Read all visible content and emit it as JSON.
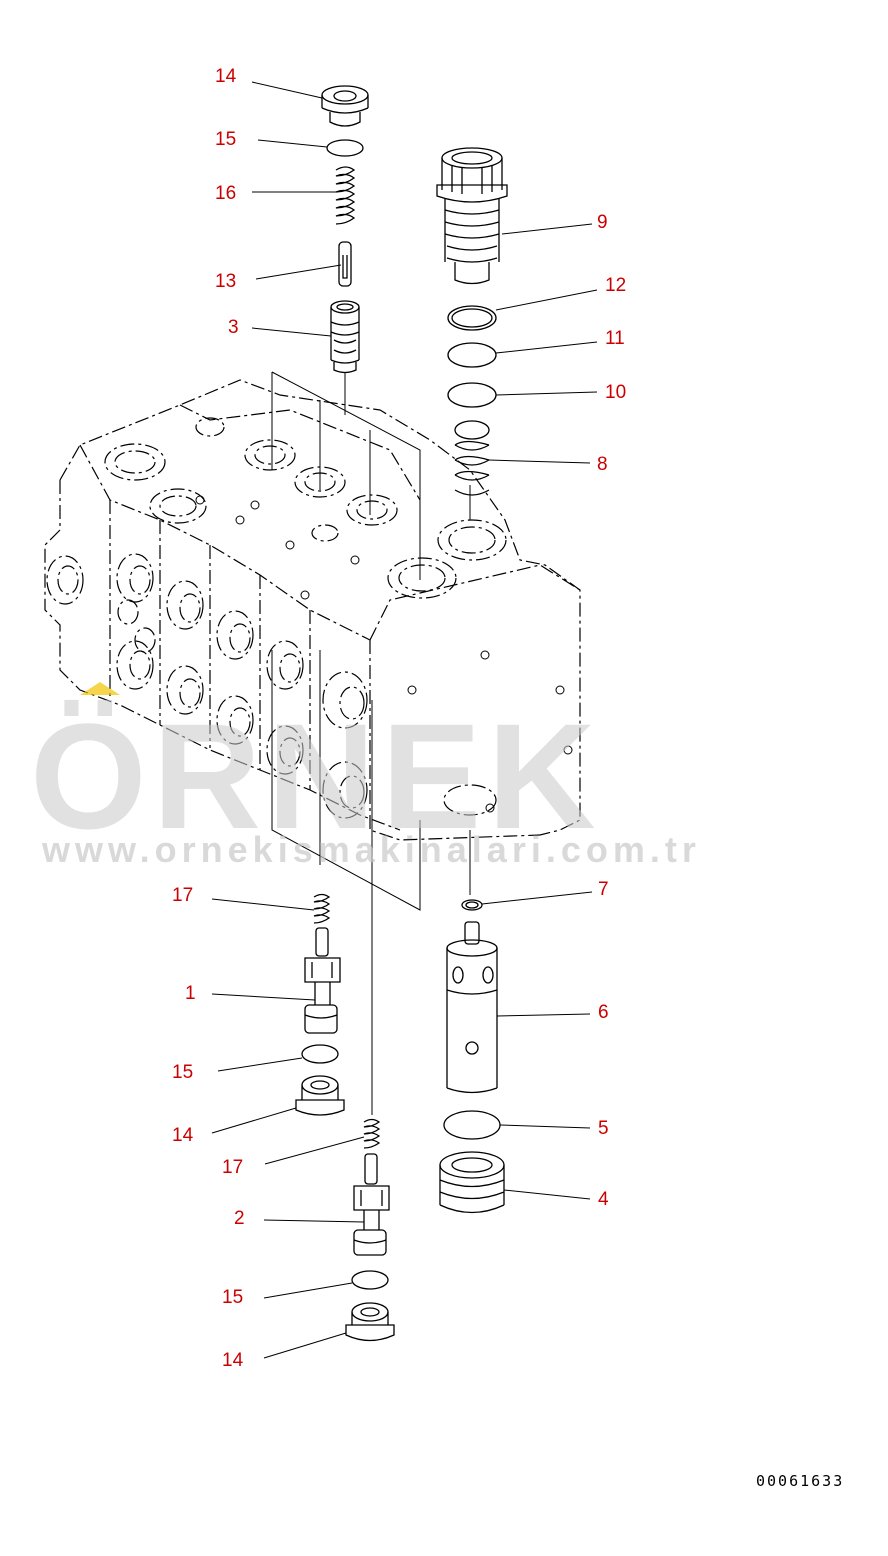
{
  "callouts": [
    {
      "id": "c14a",
      "label": "14"
    },
    {
      "id": "c15a",
      "label": "15"
    },
    {
      "id": "c16",
      "label": "16"
    },
    {
      "id": "c13",
      "label": "13"
    },
    {
      "id": "c3",
      "label": "3"
    },
    {
      "id": "c9",
      "label": "9"
    },
    {
      "id": "c12",
      "label": "12"
    },
    {
      "id": "c11",
      "label": "11"
    },
    {
      "id": "c10",
      "label": "10"
    },
    {
      "id": "c8",
      "label": "8"
    },
    {
      "id": "c17a",
      "label": "17"
    },
    {
      "id": "c1",
      "label": "1"
    },
    {
      "id": "c15b",
      "label": "15"
    },
    {
      "id": "c14b",
      "label": "14"
    },
    {
      "id": "c17b",
      "label": "17"
    },
    {
      "id": "c2",
      "label": "2"
    },
    {
      "id": "c15c",
      "label": "15"
    },
    {
      "id": "c14c",
      "label": "14"
    },
    {
      "id": "c7",
      "label": "7"
    },
    {
      "id": "c6",
      "label": "6"
    },
    {
      "id": "c5",
      "label": "5"
    },
    {
      "id": "c4",
      "label": "4"
    }
  ],
  "drawing_number": "00061633",
  "watermark": {
    "brand": "ÖRNEK",
    "url": "www.ornekismakinalari.com.tr"
  },
  "colors": {
    "callout": "#cc0000",
    "line": "#000000",
    "watermark": "#c9c9c9",
    "watermark_accent": "#f2c200"
  }
}
